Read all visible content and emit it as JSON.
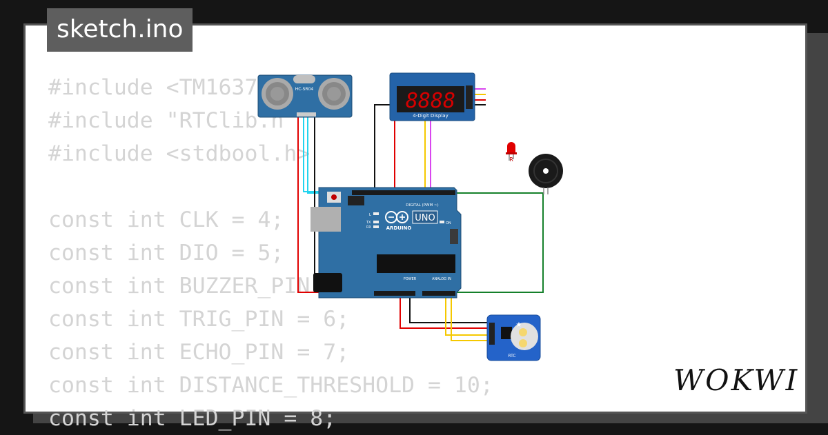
{
  "title": "sketch.ino",
  "logo_text": "WOKWI",
  "code_lines": [
    "#include <TM1637",
    "#include \"RTClib.h\"",
    "#include <stdbool.h>",
    "",
    "const int CLK = 4;",
    "const int DIO = 5;",
    "const int BUZZER_PIN",
    "const int TRIG_PIN = 6;",
    "const int ECHO_PIN = 7;",
    "const int DISTANCE_THRESHOLD = 10;",
    "const int LED_PIN = 8;"
  ],
  "components": {
    "ultrasonic": {
      "label": "HC-SR04"
    },
    "display": {
      "digits": "8888",
      "label": "4-Digit Display"
    },
    "led": {
      "label": "R"
    },
    "arduino": {
      "brand": "ARDUINO",
      "model": "UNO",
      "digital_label": "DIGITAL (PWM ~)",
      "analog_label": "ANALOG IN",
      "power_label": "POWER",
      "on_label": "ON",
      "tx": "TX",
      "rx": "RX",
      "l": "L"
    },
    "rtc": {
      "label": "RTC"
    }
  },
  "colors": {
    "background": "#151515",
    "card": "#ffffff",
    "title_bg": "#5e5e5e",
    "code_text": "#d4d4d4",
    "board_blue": "#2f6fa4",
    "wire_red": "#e00000",
    "wire_black": "#111111",
    "wire_cyan": "#22d3ee",
    "wire_yellow": "#f5c800",
    "wire_magenta": "#d946ef",
    "wire_green": "#15802a"
  }
}
